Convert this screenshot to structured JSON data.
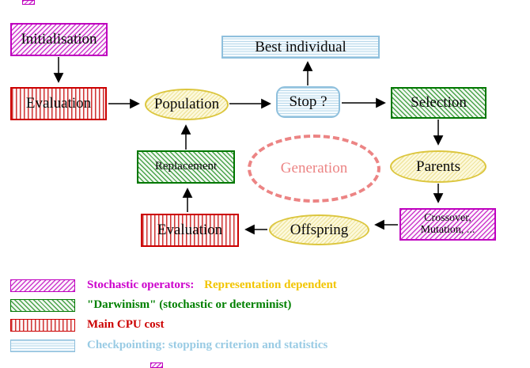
{
  "nodes": {
    "initialisation": {
      "label": "Initialisation"
    },
    "evaluation_top": {
      "label": "Evaluation"
    },
    "population": {
      "label": "Population"
    },
    "best_individual": {
      "label": "Best individual"
    },
    "stop": {
      "label": "Stop ?"
    },
    "selection": {
      "label": "Selection"
    },
    "parents": {
      "label": "Parents"
    },
    "crossover": {
      "line1": "Crossover,",
      "line2": "Mutation, ..."
    },
    "offspring": {
      "label": "Offspring"
    },
    "evaluation_bottom": {
      "label": "Evaluation"
    },
    "replacement": {
      "label": "Replacement"
    },
    "generation": {
      "label": "Generation"
    }
  },
  "legend": {
    "stochastic": {
      "primary": "Stochastic operators:",
      "secondary": "Representation dependent"
    },
    "darwinism": {
      "primary": "\"Darwinism\" (stochastic or determinist)"
    },
    "cpu": {
      "primary": "Main CPU cost"
    },
    "checkpointing": {
      "primary": "Checkpointing: stopping criterion and statistics"
    }
  },
  "colors": {
    "magenta": "#cc00cc",
    "green": "#008000",
    "red": "#cc0000",
    "light_blue": "#99cbe4",
    "gold_text": "#f2c500",
    "salmon": "#ec8484",
    "yellow_node_border": "#dcc63e",
    "arrow_black": "#000000"
  }
}
